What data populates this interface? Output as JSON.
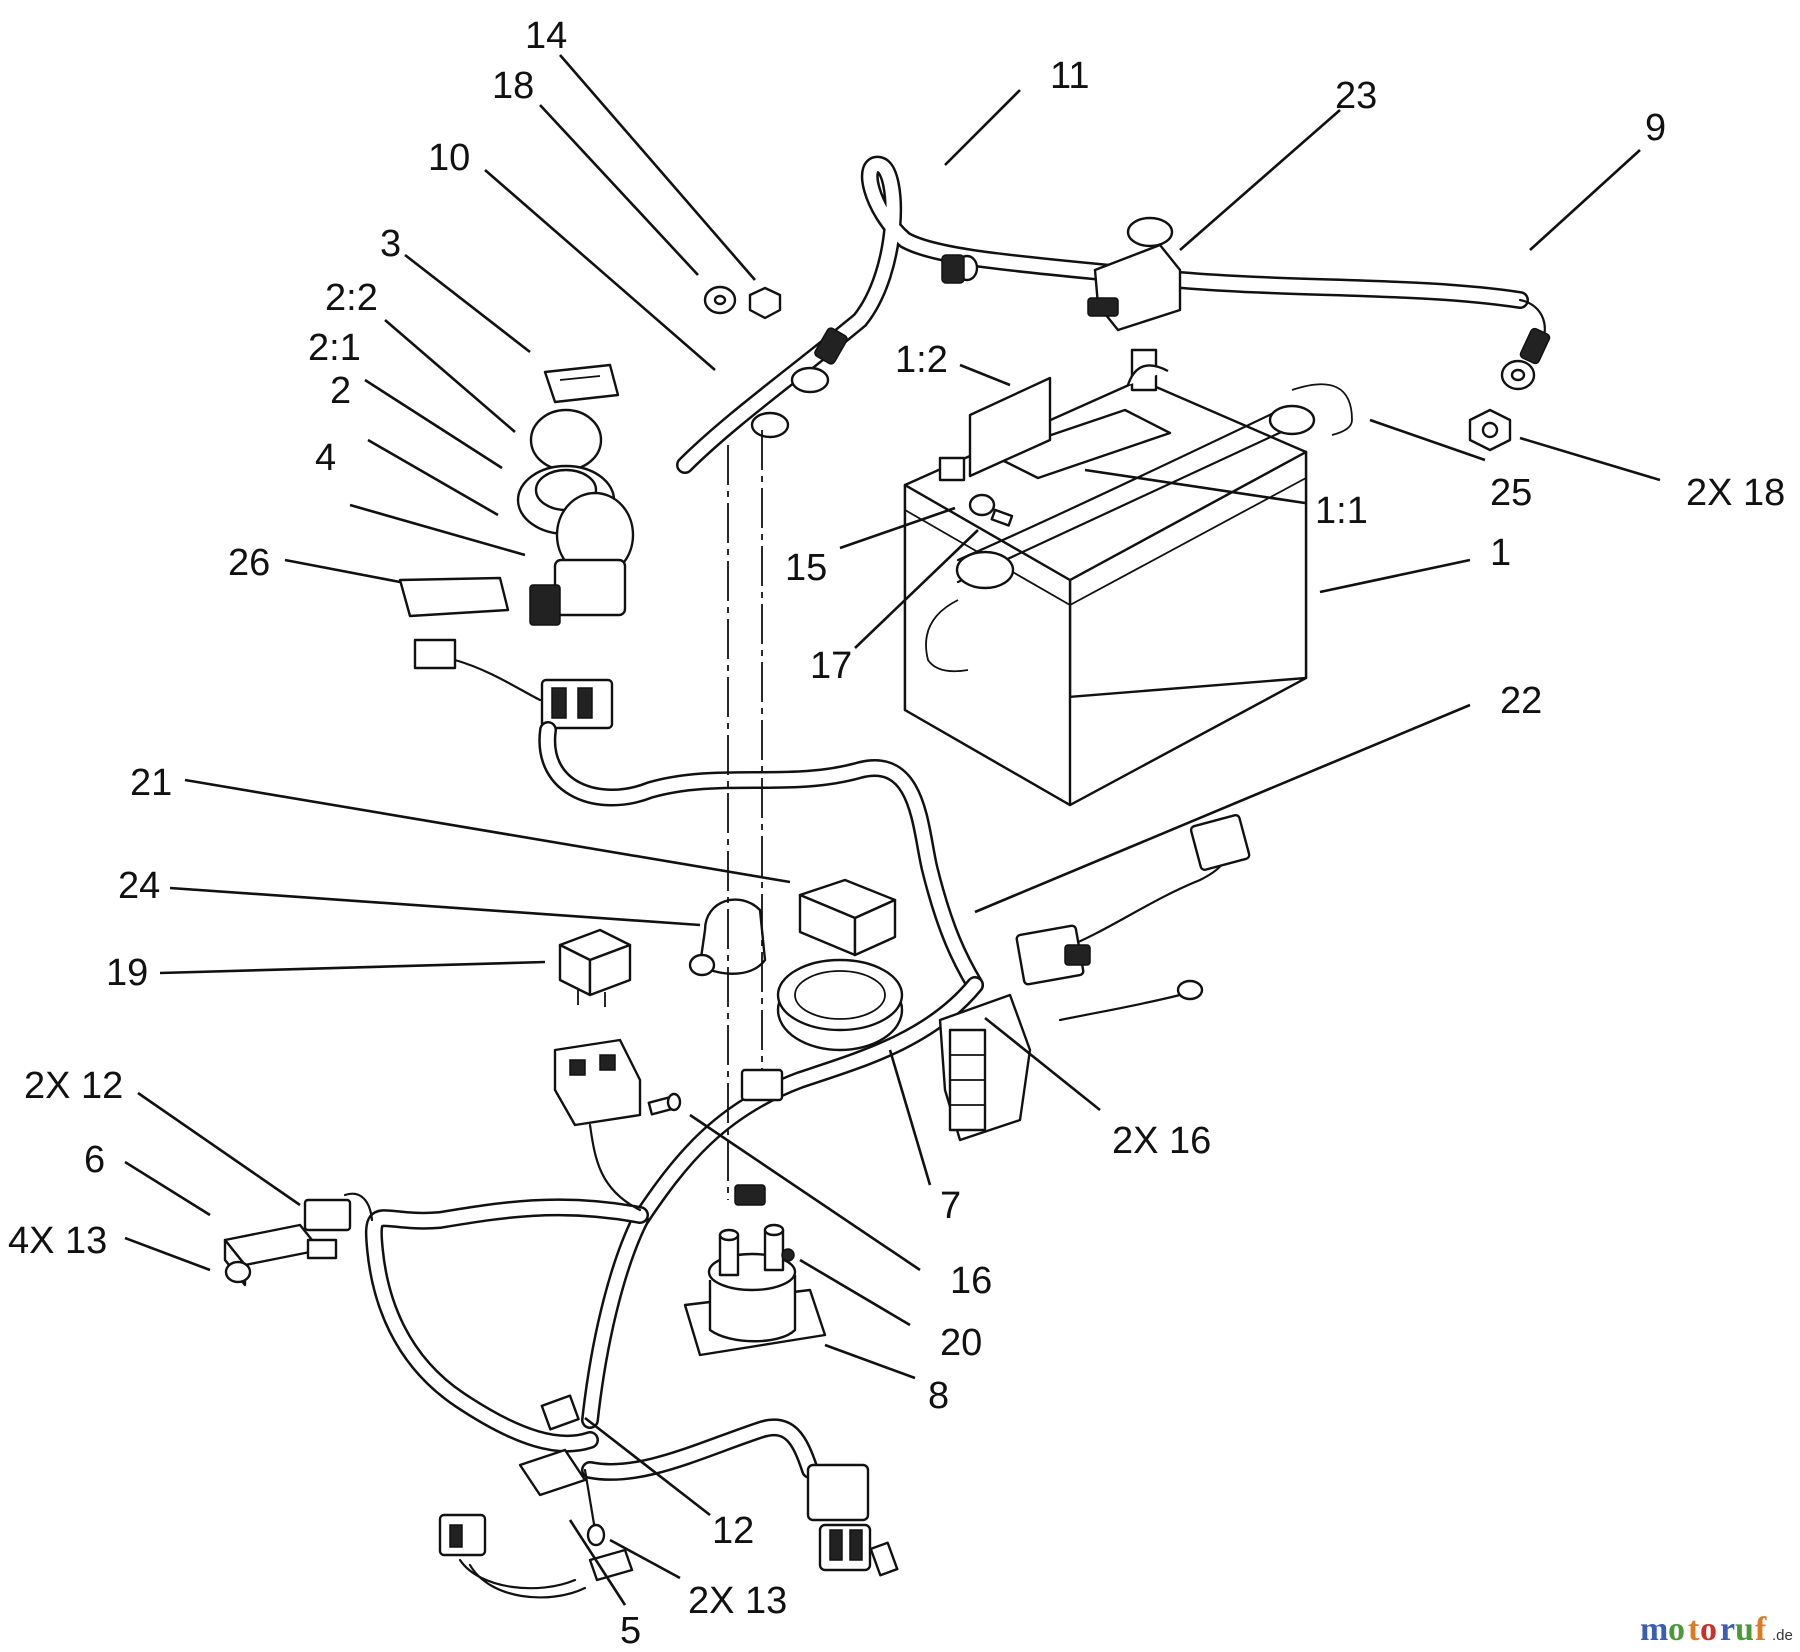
{
  "callouts": {
    "c14": "14",
    "c18_top": "18",
    "c11": "11",
    "c23": "23",
    "c9": "9",
    "c10": "10",
    "c3": "3",
    "c2_2": "2:2",
    "c2_1": "2:1",
    "c2": "2",
    "c4": "4",
    "c1_2": "1:2",
    "c25": "25",
    "c2x18": "2X 18",
    "c1_1": "1:1",
    "c26": "26",
    "c15": "15",
    "c1": "1",
    "c17": "17",
    "c22": "22",
    "c21": "21",
    "c24": "24",
    "c19": "19",
    "c2x12": "2X 12",
    "c2x16": "2X 16",
    "c6": "6",
    "c7": "7",
    "c4x13": "4X 13",
    "c16": "16",
    "c20": "20",
    "c8": "8",
    "c12": "12",
    "c2x13": "2X 13",
    "c5": "5"
  },
  "watermark": {
    "m": "m",
    "o1": "o",
    "t": "t",
    "o2": "o",
    "r": "r",
    "u": "u",
    "f": "f",
    "suffix": ".de"
  },
  "colors": {
    "ink": "#111111",
    "paper": "#ffffff",
    "wm_blue": "#3a5db5",
    "wm_green": "#4a9a3a",
    "wm_orange": "#e07a1e",
    "wm_red": "#c8322b"
  }
}
